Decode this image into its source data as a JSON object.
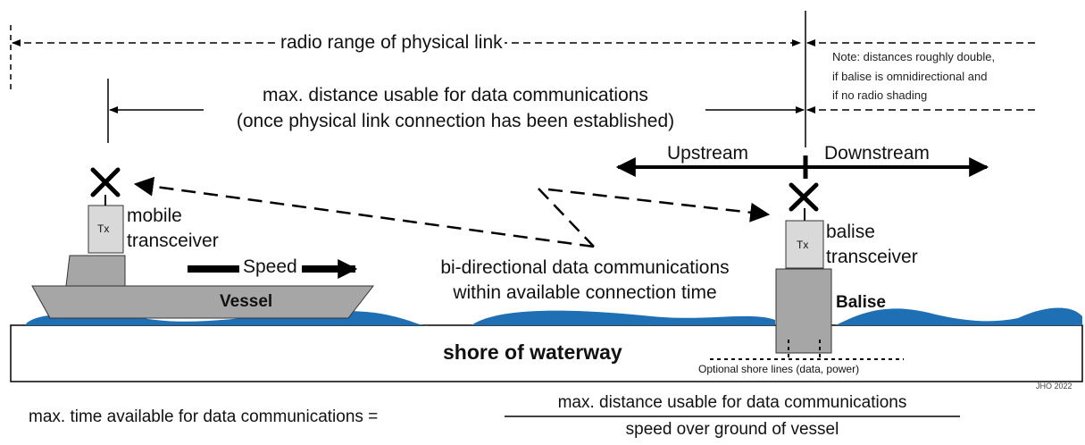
{
  "top": {
    "radio_range": "radio range of physical link",
    "max_distance_line1": "max. distance usable for data communications",
    "max_distance_line2": "(once physical link connection has been established)"
  },
  "note": {
    "line1": "Note: distances roughly double,",
    "line2": "if balise is omnidirectional and",
    "line3": "if no radio shading"
  },
  "direction": {
    "upstream": "Upstream",
    "downstream": "Downstream"
  },
  "vessel": {
    "tx": "Tx",
    "transceiver_line1": "mobile",
    "transceiver_line2": "transceiver",
    "speed": "Speed",
    "name": "Vessel"
  },
  "communication": {
    "line1": "bi-directional data communications",
    "line2": "within available connection time"
  },
  "balise": {
    "tx": "Tx",
    "transceiver_line1": "balise",
    "transceiver_line2": "transceiver",
    "name": "Balise",
    "shore_lines": "Optional shore lines (data, power)"
  },
  "shore": {
    "label": "shore of waterway"
  },
  "credit": "JHO 2022",
  "formula": {
    "lhs": "max. time available for data communications =",
    "numerator": "max. distance usable for data communications",
    "denominator": "speed over ground of vessel"
  },
  "colors": {
    "water": "#1f6fb5",
    "hull": "#a6a6a6",
    "box": "#d9d9d9",
    "stroke": "#000000"
  }
}
